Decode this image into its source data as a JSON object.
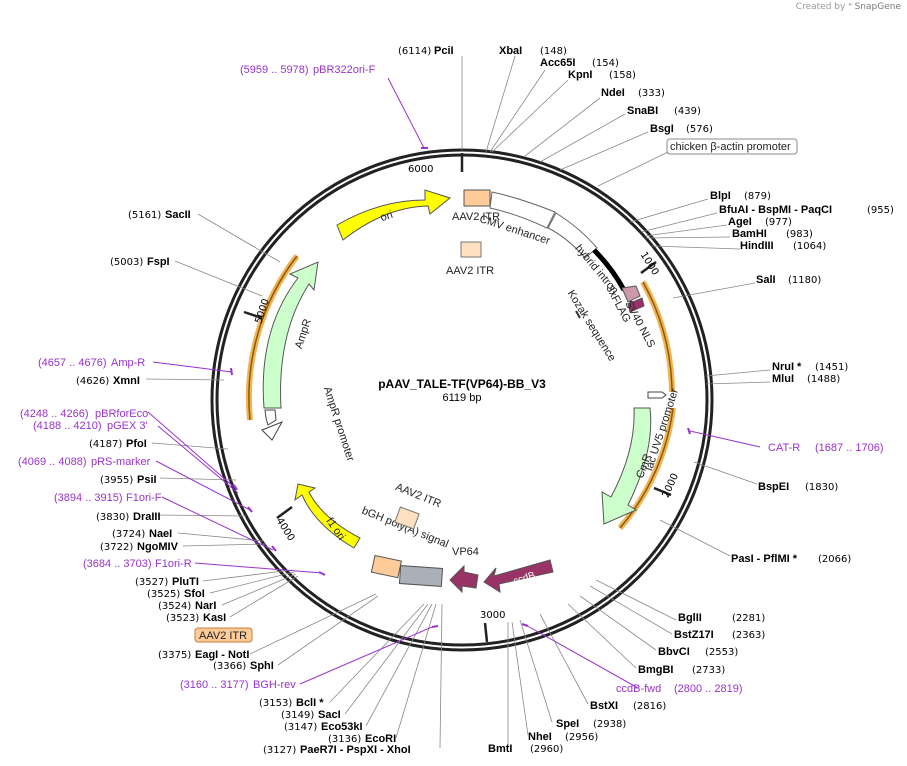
{
  "header": {
    "credit_prefix": "Created by",
    "credit_brand": "SnapGene"
  },
  "plasmid": {
    "name": "pAAV_TALE-TF(VP64)-BB_V3",
    "size_label": "6119 bp"
  },
  "ticks": [
    "1000",
    "2000",
    "3000",
    "4000",
    "5000",
    "6000"
  ],
  "sites": [
    {
      "name": "PciI",
      "pos": "(6114)"
    },
    {
      "name": "XbaI",
      "pos": "(148)"
    },
    {
      "name": "Acc65I",
      "pos": "(154)"
    },
    {
      "name": "KpnI",
      "pos": "(158)"
    },
    {
      "name": "NdeI",
      "pos": "(333)"
    },
    {
      "name": "SnaBI",
      "pos": "(439)"
    },
    {
      "name": "BsgI",
      "pos": "(576)"
    },
    {
      "name": "BlpI",
      "pos": "(879)"
    },
    {
      "name": "BfuAI  -  BspMI  -  PaqCI",
      "pos": "(955)"
    },
    {
      "name": "AgeI",
      "pos": "(977)"
    },
    {
      "name": "BamHI",
      "pos": "(983)"
    },
    {
      "name": "HindIII",
      "pos": "(1064)"
    },
    {
      "name": "SalI",
      "pos": "(1180)"
    },
    {
      "name": "NruI *",
      "pos": "(1451)"
    },
    {
      "name": "MluI",
      "pos": "(1488)"
    },
    {
      "name": "BspEI",
      "pos": "(1830)"
    },
    {
      "name": "PasI  -  PflMI *",
      "pos": "(2066)"
    },
    {
      "name": "BglII",
      "pos": "(2281)"
    },
    {
      "name": "BstZ17I",
      "pos": "(2363)"
    },
    {
      "name": "BbvCI",
      "pos": "(2553)"
    },
    {
      "name": "BmgBI",
      "pos": "(2733)"
    },
    {
      "name": "BstXI",
      "pos": "(2816)"
    },
    {
      "name": "SpeI",
      "pos": "(2938)"
    },
    {
      "name": "NheI",
      "pos": "(2956)"
    },
    {
      "name": "BmtI",
      "pos": "(2960)"
    },
    {
      "name": "SacII",
      "pos": "(5161)"
    },
    {
      "name": "FspI",
      "pos": "(5003)"
    },
    {
      "name": "XmnI",
      "pos": "(4626)"
    },
    {
      "name": "PfoI",
      "pos": "(4187)"
    },
    {
      "name": "PsiI",
      "pos": "(3955)"
    },
    {
      "name": "DraIII",
      "pos": "(3830)"
    },
    {
      "name": "NaeI",
      "pos": "(3724)"
    },
    {
      "name": "NgoMIV",
      "pos": "(3722)"
    },
    {
      "name": "PluTI",
      "pos": "(3527)"
    },
    {
      "name": "SfoI",
      "pos": "(3525)"
    },
    {
      "name": "NarI",
      "pos": "(3524)"
    },
    {
      "name": "KasI",
      "pos": "(3523)"
    },
    {
      "name": "EagI  -  NotI",
      "pos": "(3375)"
    },
    {
      "name": "SphI",
      "pos": "(3366)"
    },
    {
      "name": "BclI *",
      "pos": "(3153)"
    },
    {
      "name": "SacI",
      "pos": "(3149)"
    },
    {
      "name": "Eco53kI",
      "pos": "(3147)"
    },
    {
      "name": "EcoRI",
      "pos": "(3136)"
    },
    {
      "name": "PaeR7I  -  PspXI  -  XhoI",
      "pos": "(3127)"
    }
  ],
  "primers": [
    {
      "name": "pBR322ori-F",
      "range": "(5959 .. 5978)"
    },
    {
      "name": "Amp-R",
      "range": "(4657 .. 4676)"
    },
    {
      "name": "pBRforEco",
      "range": "(4248 .. 4266)"
    },
    {
      "name": "pGEX 3'",
      "range": "(4188 .. 4210)"
    },
    {
      "name": "pRS-marker",
      "range": "(4069 .. 4088)"
    },
    {
      "name": "F1ori-F",
      "range": "(3894 .. 3915)"
    },
    {
      "name": "F1ori-R",
      "range": "(3684 .. 3703)"
    },
    {
      "name": "BGH-rev",
      "range": "(3160 .. 3177)"
    },
    {
      "name": "CAT-R",
      "range": "(1687 .. 1706)"
    },
    {
      "name": "ccdB-fwd",
      "range": "(2800 .. 2819)"
    }
  ],
  "features": {
    "aav2_itr_1": "AAV2 ITR",
    "cmv_enhancer": "CMV enhancer",
    "aav2_itr_2": "AAV2 ITR",
    "chicken_promoter": "chicken β-actin promoter",
    "hybrid_intron": "hybrid intron",
    "flag": "3xFLAG",
    "sv40_nls": "SV40 NLS",
    "kozak": "Kozak sequence",
    "lac_uv5": "lac UV5 promoter",
    "cmr": "CmR",
    "ccdb": "ccdB",
    "vp64": "VP64",
    "bgh": "bGH poly(A) signal",
    "aav2_itr_3": "AAV2 ITR",
    "f1_ori": "f1 ori",
    "aav2_itr_box": "AAV2 ITR",
    "ampr": "AmpR",
    "ampr_promoter": "AmpR promoter",
    "ori": "ori"
  },
  "colors": {
    "ori": "#ffff00",
    "ampr": "#ccffcc",
    "cmr": "#ccffcc",
    "ccdb": "#993366",
    "vp64": "#993366",
    "itr": "#ffcc99",
    "primer": "#9933cc"
  }
}
